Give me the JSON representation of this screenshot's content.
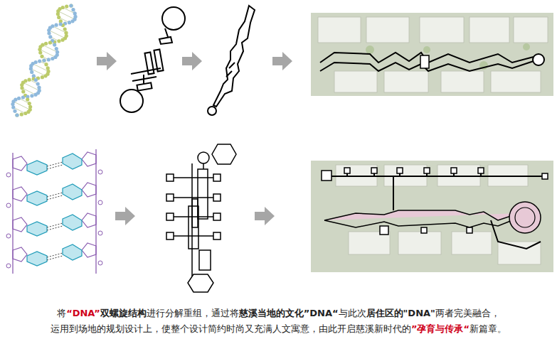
{
  "diagram": {
    "labels": [
      "将",
      "“DNA”",
      "双螺旋结构",
      "进行分解重组，通过将",
      "慈溪当地的文化”DNA“",
      "与此次",
      "居住区的\"DNA\"",
      "两者完美融合，",
      "运用到场地的规划设计上，使整个设计简约时尚又充满人文寓意，由此开启慈溪新时代的",
      "”孕育与传承“",
      "新篇章。"
    ]
  }
}
